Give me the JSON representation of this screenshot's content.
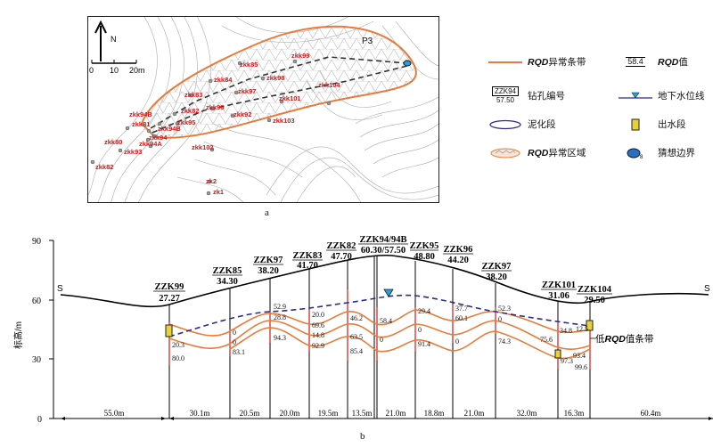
{
  "map": {
    "north_label": "N",
    "scale_ticks": [
      "0",
      "10",
      "20m"
    ],
    "zone_label": "P3",
    "boreholes": [
      {
        "id": "zkk99"
      },
      {
        "id": "zkk85"
      },
      {
        "id": "zkk98"
      },
      {
        "id": "zkk104"
      },
      {
        "id": "zkk84"
      },
      {
        "id": "zkk83"
      },
      {
        "id": "zkk97"
      },
      {
        "id": "zkk101"
      },
      {
        "id": "zkk82"
      },
      {
        "id": "zkk96"
      },
      {
        "id": "zkk92"
      },
      {
        "id": "zkk81"
      },
      {
        "id": "zkk94B"
      },
      {
        "id": "zkk95"
      },
      {
        "id": "zkk103"
      },
      {
        "id": "zkk94B"
      },
      {
        "id": "zkk94"
      },
      {
        "id": "zkk94A"
      },
      {
        "id": "zkk80"
      },
      {
        "id": "zkk93"
      },
      {
        "id": "zkk102"
      },
      {
        "id": "zkk82"
      },
      {
        "id": "zk2"
      },
      {
        "id": "zk1"
      }
    ],
    "caption": "a"
  },
  "legend": {
    "items": [
      {
        "label_italic": "RQD",
        "label": "异常条带"
      },
      {
        "label_italic": "",
        "label": "钻孔编号",
        "sym_top": "ZZK94",
        "sym_bottom": "57.50"
      },
      {
        "label_italic": "",
        "label": "泥化段"
      },
      {
        "label_italic": "RQD",
        "label": "异常区域"
      },
      {
        "label_italic": "RQD",
        "label": "值",
        "sym_value": "58.4"
      },
      {
        "label_italic": "",
        "label": "地下水位线"
      },
      {
        "label_italic": "",
        "label": "出水段"
      },
      {
        "label_italic": "",
        "label": "猜想边界"
      }
    ]
  },
  "section": {
    "y_axis_label": "标高/m",
    "y_ticks": [
      "90",
      "60",
      "30",
      "0"
    ],
    "end_left": "S",
    "end_right": "S",
    "boreholes": [
      {
        "name": "ZZK99",
        "elev": "27.27"
      },
      {
        "name": "ZZK85",
        "elev": "34.30"
      },
      {
        "name": "ZZK97",
        "elev": "38.20"
      },
      {
        "name": "ZZK83",
        "elev": "41.70"
      },
      {
        "name": "ZZK82",
        "elev": "47.70"
      },
      {
        "name": "ZZK94/94B",
        "elev": "60.30/57.50"
      },
      {
        "name": "ZZK95",
        "elev": "48.80"
      },
      {
        "name": "ZZK96",
        "elev": "44.20"
      },
      {
        "name": "ZZK97",
        "elev": "38.20"
      },
      {
        "name": "ZZK101",
        "elev": "31.06"
      },
      {
        "name": "ZZK104",
        "elev": "29.50"
      }
    ],
    "rqd_values": [
      {
        "v": "20.3"
      },
      {
        "v": "80.0"
      },
      {
        "v": "0"
      },
      {
        "v": "0"
      },
      {
        "v": "83.1"
      },
      {
        "v": "52.9"
      },
      {
        "v": "28.8"
      },
      {
        "v": "94.3"
      },
      {
        "v": "20.0"
      },
      {
        "v": "69.6"
      },
      {
        "v": "14.8"
      },
      {
        "v": "92.9"
      },
      {
        "v": "46.2"
      },
      {
        "v": "63.5"
      },
      {
        "v": "85.4"
      },
      {
        "v": "58.4"
      },
      {
        "v": "0"
      },
      {
        "v": "29.4"
      },
      {
        "v": "0"
      },
      {
        "v": "91.4"
      },
      {
        "v": "37.7"
      },
      {
        "v": "60.1"
      },
      {
        "v": "0"
      },
      {
        "v": "52.3"
      },
      {
        "v": "0"
      },
      {
        "v": "74.3"
      },
      {
        "v": "75.6"
      },
      {
        "v": "34.8"
      },
      {
        "v": "12.5"
      },
      {
        "v": "93.4"
      },
      {
        "v": "97.3"
      },
      {
        "v": "99.6"
      }
    ],
    "band_note": "低RQD值条带",
    "band_note_prefix": "低",
    "band_note_italic": "RQD",
    "band_note_suffix": "值条带",
    "spacings": [
      "55.0m",
      "30.1m",
      "20.5m",
      "20.0m",
      "19.5m",
      "13.5m",
      "21.0m",
      "18.8m",
      "21.0m",
      "32.0m",
      "16.3m",
      "60.4m"
    ],
    "caption": "b"
  },
  "colors": {
    "rqd_band": "#e87b3a",
    "water_line": "#2b2b8c",
    "borehole_red": "#d01818",
    "water_marker": "#2a9fd6",
    "outflow": "#e8d23a"
  }
}
